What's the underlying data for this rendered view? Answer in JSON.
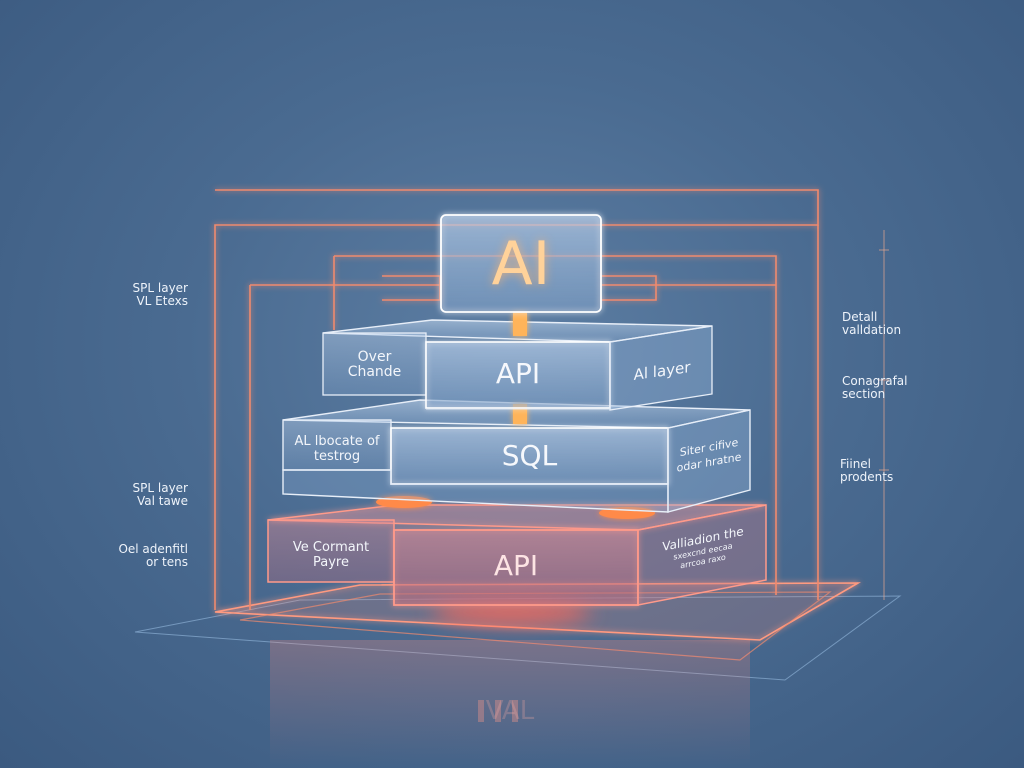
{
  "diagram": {
    "top_block": {
      "label": "AI",
      "color": "#ffd29a"
    },
    "layer2": {
      "center": "API",
      "left": [
        "Over",
        "Chande"
      ],
      "right": "Al layer"
    },
    "layer3": {
      "center": "SQL",
      "left": [
        "AL lbocate of",
        "testrog"
      ],
      "right": [
        "Siter cifive",
        "odar hratne"
      ]
    },
    "layer4": {
      "center": "API",
      "left": [
        "Ve Cormant",
        "Payre"
      ],
      "right": [
        "Valliadion the",
        "sxexcnd eecaa",
        "arrcoa raxo"
      ]
    },
    "reflection": "VAL",
    "side_left": [
      [
        "SPL layer",
        "VL Etexs"
      ],
      [
        "SPL layer",
        "Val tawe"
      ],
      [
        "Oel adenfitl",
        "or tens"
      ]
    ],
    "side_right": [
      [
        "Detall",
        "valldation"
      ],
      [
        "Conagrafal",
        "section"
      ],
      [
        "Fiinel",
        "prodents"
      ]
    ],
    "colors": {
      "glow": "#ff7a6a",
      "accent_line": "#f08a6e",
      "glass": "#a9c4e6"
    }
  }
}
